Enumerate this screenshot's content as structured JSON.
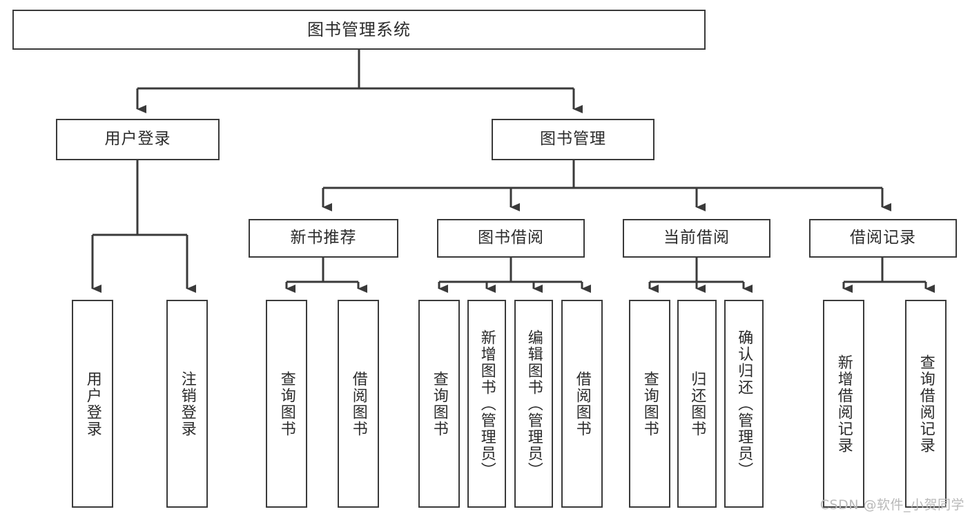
{
  "diagram": {
    "title": "图书管理系统",
    "type": "tree-hierarchy",
    "orientation": "top-down",
    "colors": {
      "box_border": "#3a3a3a",
      "box_fill": "#ffffff",
      "text": "#2b2b2b",
      "edge": "#3a3a3a",
      "watermark": "#b9b9b9"
    }
  },
  "nodes": {
    "root": {
      "label": "图书管理系统",
      "level": 0
    },
    "level1": [
      {
        "id": "user-login",
        "label": "用户登录"
      },
      {
        "id": "book-manage",
        "label": "图书管理"
      }
    ],
    "level2": [
      {
        "id": "new-book-recommend",
        "label": "新书推荐",
        "parent": "book-manage"
      },
      {
        "id": "book-borrow",
        "label": "图书借阅",
        "parent": "book-manage"
      },
      {
        "id": "current-borrow",
        "label": "当前借阅",
        "parent": "book-manage"
      },
      {
        "id": "borrow-record",
        "label": "借阅记录",
        "parent": "book-manage"
      }
    ],
    "leaves": {
      "user-login": [
        {
          "id": "leaf-user-login",
          "label": "用户登录"
        },
        {
          "id": "leaf-logout",
          "label": "注销登录"
        }
      ],
      "new-book-recommend": [
        {
          "id": "leaf-query-book-1",
          "label": "查询图书"
        },
        {
          "id": "leaf-borrow-book-1",
          "label": "借阅图书"
        }
      ],
      "book-borrow": [
        {
          "id": "leaf-query-book-2",
          "label": "查询图书"
        },
        {
          "id": "leaf-add-book",
          "label": "新增图书（管理员）"
        },
        {
          "id": "leaf-edit-book",
          "label": "编辑图书（管理员）"
        },
        {
          "id": "leaf-borrow-book-2",
          "label": "借阅图书"
        }
      ],
      "current-borrow": [
        {
          "id": "leaf-query-book-3",
          "label": "查询图书"
        },
        {
          "id": "leaf-return-book",
          "label": "归还图书"
        },
        {
          "id": "leaf-confirm-return",
          "label": "确认归还（管理员）"
        }
      ],
      "borrow-record": [
        {
          "id": "leaf-add-record",
          "label": "新增借阅记录"
        },
        {
          "id": "leaf-query-record",
          "label": "查询借阅记录"
        }
      ]
    }
  },
  "watermark": {
    "text": "CSDN @软件_小贺同学"
  }
}
